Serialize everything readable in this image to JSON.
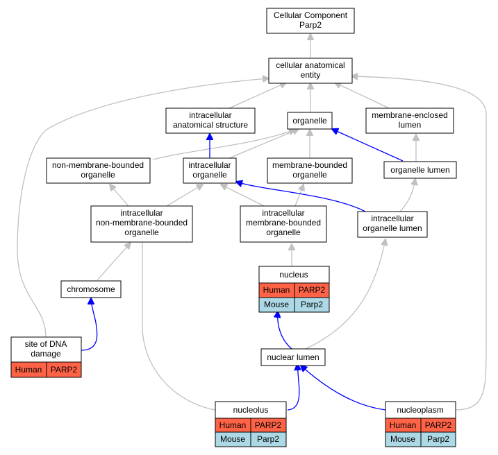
{
  "colors": {
    "human": "#ff6347",
    "mouse": "#add8e6",
    "is_a_edge": "#c0c0c0",
    "part_of_edge": "#0000ff"
  },
  "nodes": {
    "root": [
      "Cellular Component",
      "Parp2"
    ],
    "cae": [
      "cellular anatomical",
      "entity"
    ],
    "ias": [
      "intracellular",
      "anatomical structure"
    ],
    "organelle": [
      "organelle"
    ],
    "mel": [
      "membrane-enclosed",
      "lumen"
    ],
    "nmbo": [
      "non-membrane-bounded",
      "organelle"
    ],
    "io": [
      "intracellular",
      "organelle"
    ],
    "mbo": [
      "membrane-bounded",
      "organelle"
    ],
    "ol": [
      "organelle lumen"
    ],
    "inmbo": [
      "intracellular",
      "non-membrane-bounded",
      "organelle"
    ],
    "imbo": [
      "intracellular",
      "membrane-bounded",
      "organelle"
    ],
    "iol": [
      "intracellular",
      "organelle lumen"
    ],
    "chromosome": [
      "chromosome"
    ],
    "nucleus": [
      "nucleus"
    ],
    "sdd": [
      "site of DNA",
      "damage"
    ],
    "nl": [
      "nuclear lumen"
    ],
    "nucleolus": [
      "nucleolus"
    ],
    "nucleoplasm": [
      "nucleoplasm"
    ]
  },
  "annotations": {
    "nucleus": [
      [
        "Human",
        "PARP2"
      ],
      [
        "Mouse",
        "Parp2"
      ]
    ],
    "sdd": [
      [
        "Human",
        "PARP2"
      ]
    ],
    "nucleolus": [
      [
        "Human",
        "PARP2"
      ],
      [
        "Mouse",
        "Parp2"
      ]
    ],
    "nucleoplasm": [
      [
        "Human",
        "PARP2"
      ],
      [
        "Mouse",
        "Parp2"
      ]
    ]
  }
}
